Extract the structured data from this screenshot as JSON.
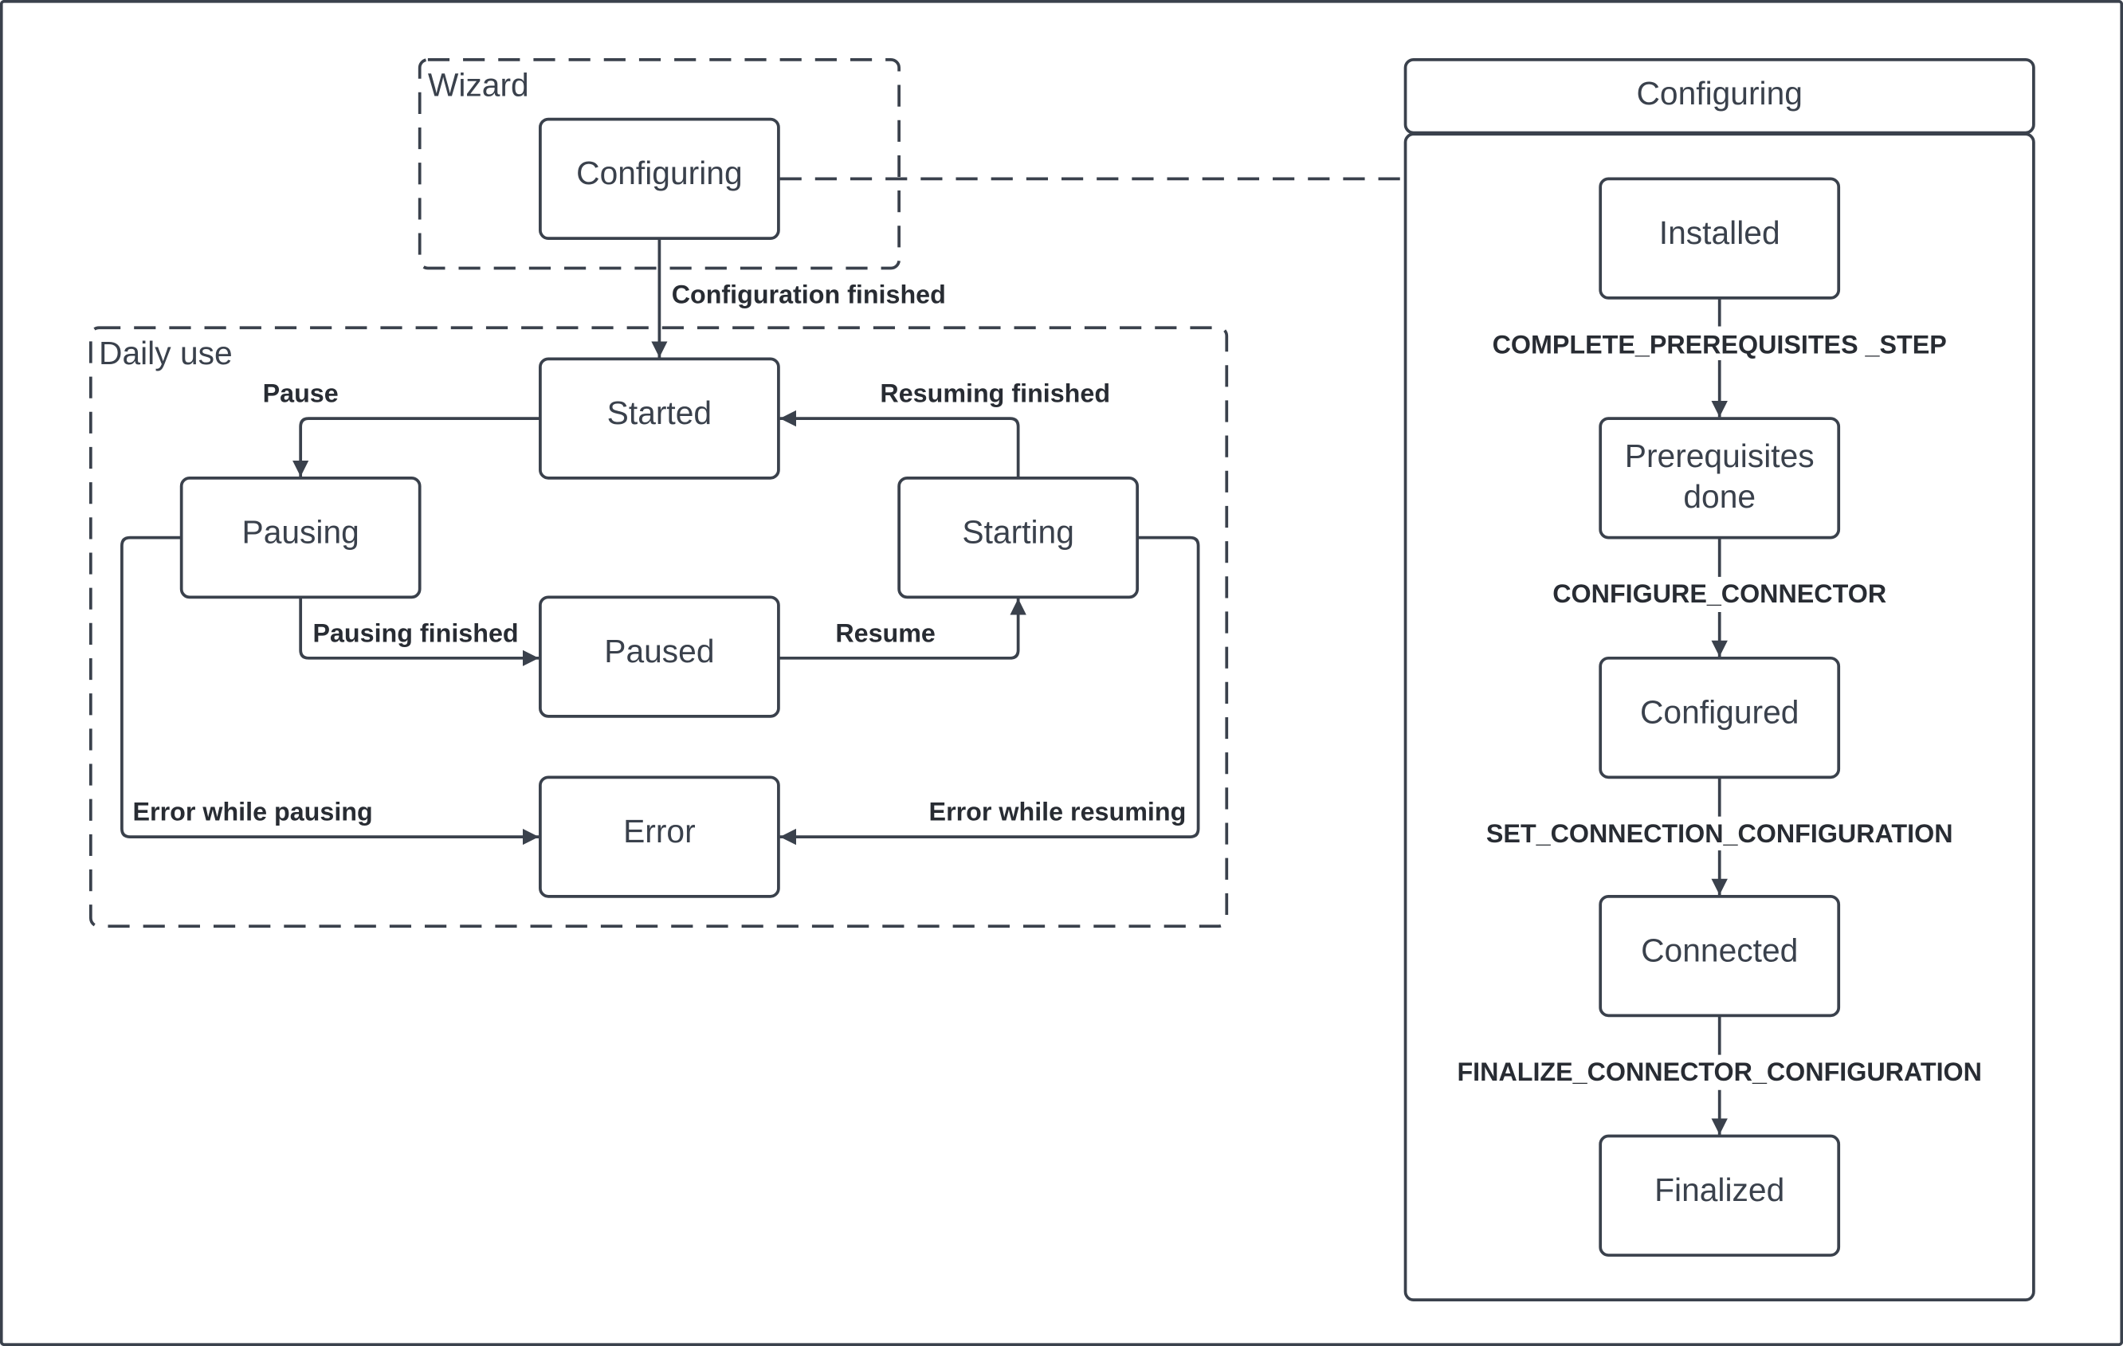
{
  "wizard": {
    "group_label": "Wizard",
    "configuring": "Configuring"
  },
  "daily_use": {
    "group_label": "Daily use",
    "states": {
      "started": "Started",
      "pausing": "Pausing",
      "starting": "Starting",
      "paused": "Paused",
      "error": "Error"
    },
    "transitions": {
      "configuration_finished": "Configuration finished",
      "pause": "Pause",
      "resuming_finished": "Resuming finished",
      "pausing_finished": "Pausing finished",
      "resume": "Resume",
      "error_while_pausing": "Error while pausing",
      "error_while_resuming": "Error while resuming"
    }
  },
  "configuring_panel": {
    "title": "Configuring",
    "states": {
      "installed": "Installed",
      "prerequisites_line1": "Prerequisites",
      "prerequisites_line2": "done",
      "configured": "Configured",
      "connected": "Connected",
      "finalized": "Finalized"
    },
    "transitions": {
      "complete_prerequisites": "COMPLETE_PREREQUISITES _STEP",
      "configure_connector": "CONFIGURE_CONNECTOR",
      "set_connection_configuration": "SET_CONNECTION_CONFIGURATION",
      "finalize_connector_configuration": "FINALIZE_CONNECTOR_CONFIGURATION"
    }
  },
  "colors": {
    "stroke": "#3a414c",
    "label": "#282c33",
    "background": "#ffffff"
  }
}
